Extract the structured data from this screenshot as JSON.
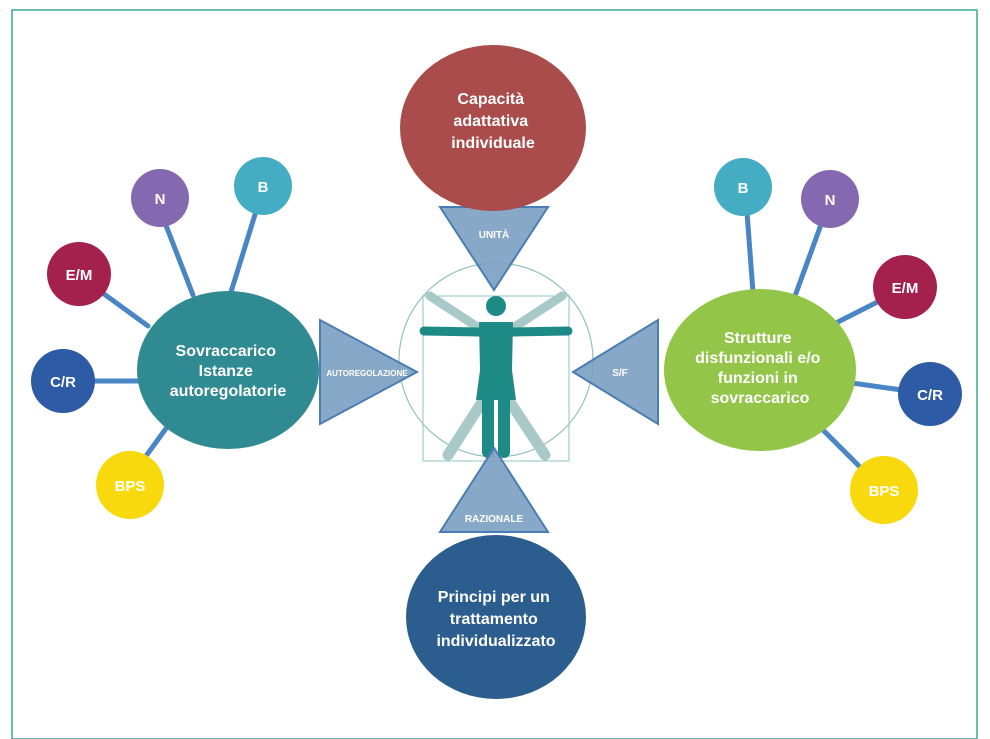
{
  "colors": {
    "frame": "#3aa79b",
    "connector": "#4a86c5",
    "top_circle": "#a94c4b",
    "bottom_circle": "#2b5d8f",
    "left_circle": "#2f8a92",
    "right_circle": "#93c548",
    "triangle": "#7ea1c2",
    "triangle_stroke": "#4a7db5",
    "figure_dark": "#1e8a86",
    "figure_light": "#a9c9c9",
    "badge_B": "#44adc4",
    "badge_N": "#8569b0",
    "badge_EM": "#a3214c",
    "badge_CR": "#2d5ba6",
    "badge_BPS": "#f7d90e"
  },
  "center": {
    "top": [
      "Capacità",
      "adattativa",
      "individuale"
    ],
    "bottom": [
      "Principi per un",
      "trattamento",
      "individualizzato"
    ],
    "left": [
      "Sovraccarico",
      "Istanze",
      "autoregolatorie"
    ],
    "right": [
      "Strutture",
      "disfunzionali e/o",
      "funzioni in",
      "sovraccarico"
    ]
  },
  "triangles": {
    "top": "UNITÀ",
    "bottom": "RAZIONALE",
    "left": "AUTOREGOLAZIONE",
    "right": "S/F"
  },
  "badges_left": [
    {
      "label": "N",
      "color": "badge_N"
    },
    {
      "label": "B",
      "color": "badge_B"
    },
    {
      "label": "E/M",
      "color": "badge_EM"
    },
    {
      "label": "C/R",
      "color": "badge_CR"
    },
    {
      "label": "BPS",
      "color": "badge_BPS"
    }
  ],
  "badges_right": [
    {
      "label": "B",
      "color": "badge_B"
    },
    {
      "label": "N",
      "color": "badge_N"
    },
    {
      "label": "E/M",
      "color": "badge_EM"
    },
    {
      "label": "C/R",
      "color": "badge_CR"
    },
    {
      "label": "BPS",
      "color": "badge_BPS"
    }
  ]
}
